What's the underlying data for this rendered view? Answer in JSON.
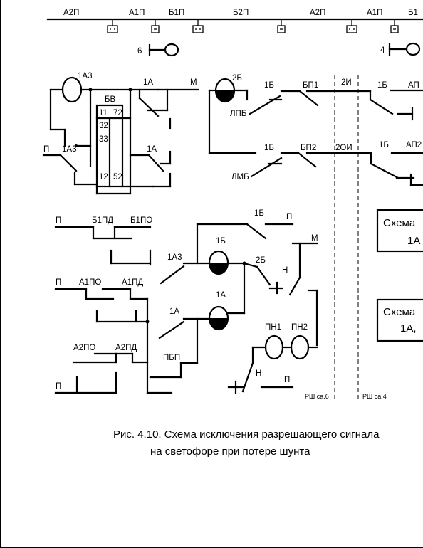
{
  "bus_labels": [
    "А2П",
    "А1П",
    "Б1П",
    "Б2П",
    "А2П",
    "А1П",
    "Б1"
  ],
  "lamp_labels": [
    "6",
    "4"
  ],
  "relay_labels": {
    "a1a3_top": "1А3",
    "bv": "БВ",
    "bv_c11": "11",
    "bv_c72": "72",
    "bv_c32": "32",
    "bv_c33": "33",
    "bv_c12": "12",
    "bv_c52": "52",
    "p_left": "П",
    "a1a3_left": "1А3",
    "a1_top": "1А",
    "m_top": "М",
    "a1_mid": "1А",
    "b2_coil": "2Б",
    "b1_a": "1Б",
    "bp1": "БП1",
    "i2": "2И",
    "b1_b": "1Б",
    "ap1": "АП",
    "lpb": "ЛПБ",
    "b1_c": "1Б",
    "bp2": "БП2",
    "oi2": "2ОИ",
    "b1_d": "1Б",
    "ap2": "АП2",
    "lmb": "ЛМБ",
    "p_b1pd": "П",
    "b1pd": "Б1ПД",
    "b1po": "Б1ПО",
    "b1_e": "1Б",
    "p_e": "П",
    "a1a3_b": "1А3",
    "b1_coil": "1Б",
    "b2_f": "2Б",
    "m_f": "М",
    "n_f": "Н",
    "p_a1po": "П",
    "a1po": "А1ПО",
    "a1pd": "А1ПД",
    "a1_coil": "1А",
    "a1_g": "1А",
    "pn1": "ПН1",
    "pn2": "ПН2",
    "a2po": "А2ПО",
    "a2pd": "А2ПД",
    "pbp": "ПБП",
    "n_g": "Н",
    "p_g": "П",
    "p_bottom": "П",
    "rsh6": "РШ са.6",
    "rsh4": "РШ са.4"
  },
  "boxes": {
    "box1_line1": "Схема",
    "box1_line2": "1А",
    "box2_line1": "Схема",
    "box2_line2": "1А,"
  },
  "caption": {
    "line1": "Рис. 4.10. Схема исключения разрешающего сигнала",
    "line2": "на светофоре при потере шунта"
  }
}
